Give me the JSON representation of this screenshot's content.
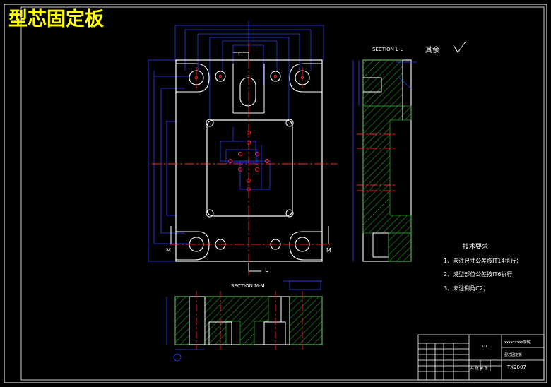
{
  "drawing": {
    "title": "型芯固定板",
    "section_ll_label": "SECTION L-L",
    "section_mm_label": "SECTION M-M",
    "roughness_note": "其余",
    "section_mark_l": "L",
    "section_mark_m": "M"
  },
  "requirements": {
    "heading": "技术要求",
    "items": [
      "1、未注尺寸公差按IT14执行；",
      "2、成型部位公差按IT6执行；",
      "3、未注倒角C2；"
    ]
  },
  "title_block": {
    "school": "xxxxxxxxx学院",
    "drawing_name": "型芯固定板",
    "drawing_no": "TX2007",
    "scale": "1:1",
    "sheet": "共 张 第 张"
  },
  "colors": {
    "background": "#000000",
    "outline": "#ffffff",
    "centerline": "#ff2020",
    "dimension": "#2a3cff",
    "hatch": "#1fa51f",
    "title": "#ffff00"
  }
}
